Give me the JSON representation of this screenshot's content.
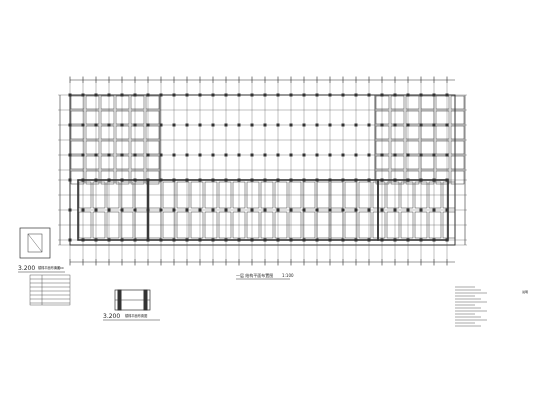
{
  "drawing": {
    "main_plan_title": "一层 结构平面布置图",
    "main_plan_scale": "1:100",
    "detail_left_label": "3.200",
    "detail_left_caption": "楼梯平面布置图",
    "detail_left_scale": "1:100",
    "detail_bottom_label": "3.200",
    "detail_bottom_caption": "楼梯平面布置图",
    "notes_label": "说明"
  },
  "colors": {
    "line": "#333333",
    "background": "#ffffff"
  }
}
